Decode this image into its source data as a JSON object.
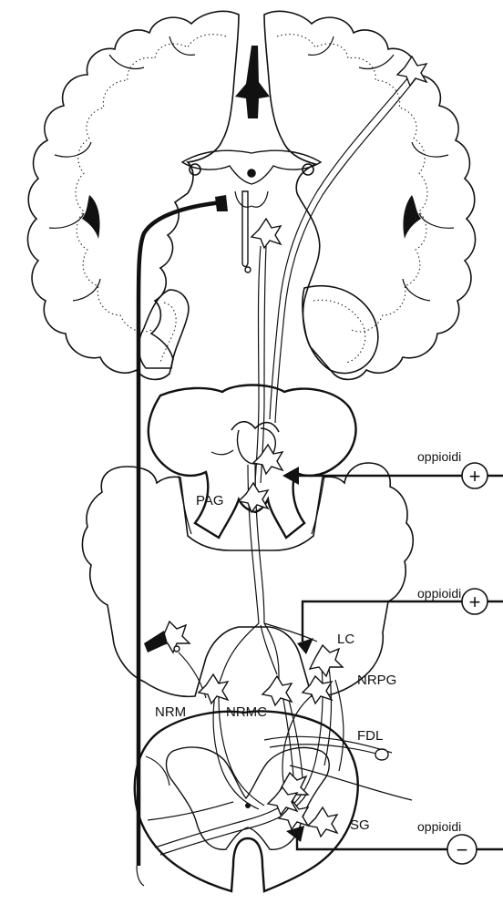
{
  "labels": {
    "pag": "PAG",
    "lc": "LC",
    "nrpg": "NRPG",
    "nrm": "NRM",
    "nrmc": "NRMC",
    "fdl": "FDL",
    "sg": "SG"
  },
  "opioid_inputs": [
    {
      "label": "oppioidi",
      "sign": "+"
    },
    {
      "label": "oppioidi",
      "sign": "+"
    },
    {
      "label": "oppioidi",
      "sign": "−"
    }
  ],
  "colors": {
    "line": "#111111",
    "background": "#ffffff"
  }
}
